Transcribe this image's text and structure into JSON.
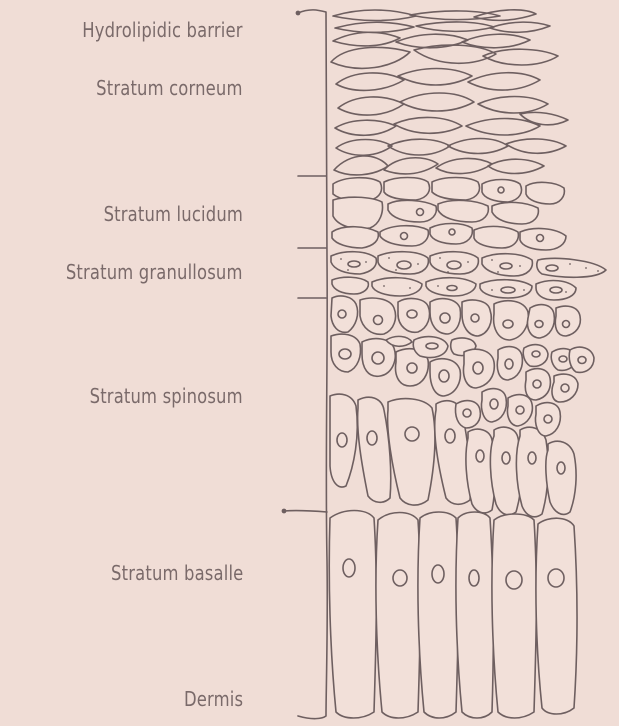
{
  "diagram": {
    "labels": [
      {
        "id": "hydrolipidic-barrier",
        "text": "Hydrolipidic barrier"
      },
      {
        "id": "stratum-corneum",
        "text": "Stratum corneum"
      },
      {
        "id": "stratum-lucidum",
        "text": "Stratum lucidum"
      },
      {
        "id": "stratum-granullosum",
        "text": "Stratum granullosum"
      },
      {
        "id": "stratum-spinosum",
        "text": "Stratum spinosum"
      },
      {
        "id": "stratum-basalle",
        "text": "Stratum basalle"
      },
      {
        "id": "dermis",
        "text": "Dermis"
      }
    ]
  },
  "colors": {
    "background": "#f0ddd6",
    "ink": "#6e5f60",
    "text": "#7a6a6a"
  }
}
